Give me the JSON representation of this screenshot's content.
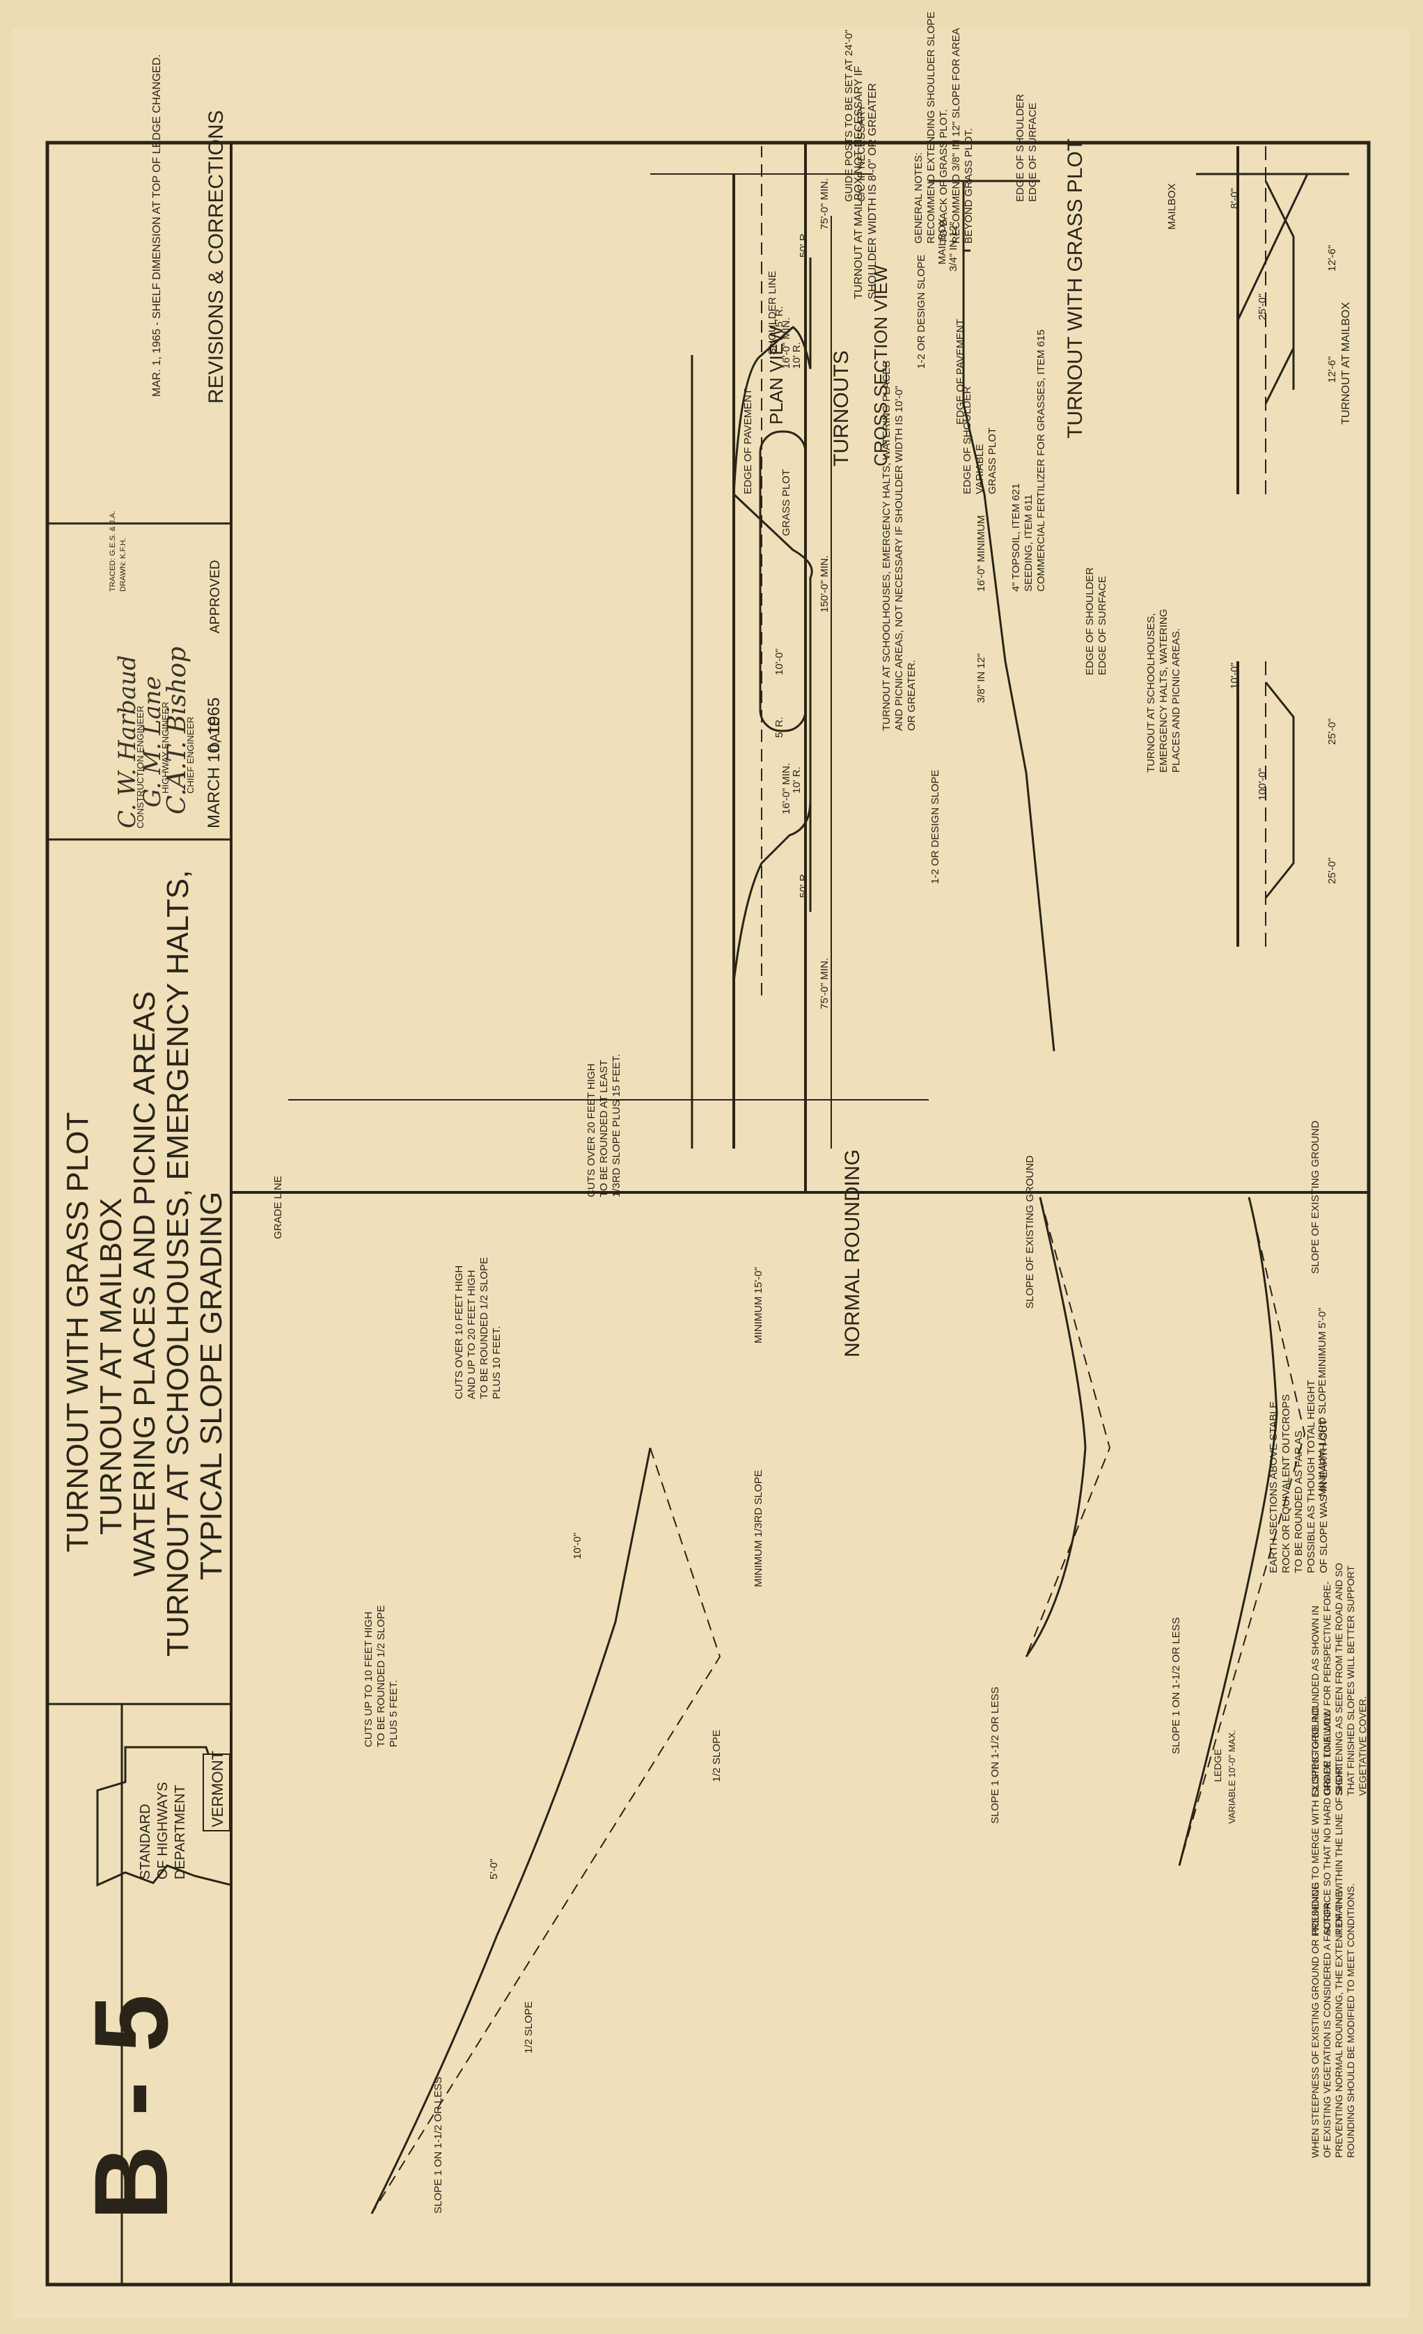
{
  "sheet": {
    "title_lines": [
      "TYPICAL SLOPE GRADING",
      "TURNOUT AT SCHOOLHOUSES, EMERGENCY HALTS,",
      "WATERING PLACES AND PICNIC AREAS",
      "TURNOUT AT MAILBOX",
      "TURNOUT WITH GRASS PLOT"
    ],
    "agency_state": "VERMONT",
    "agency_lines": [
      "DEPARTMENT",
      "OF HIGHWAYS",
      "STANDARD"
    ],
    "sheet_number": "B - 5"
  },
  "revisions": {
    "heading": "REVISIONS & CORRECTIONS",
    "entry": "MAR. 1, 1965 - SHELF DIMENSION AT TOP OF LEDGE CHANGED."
  },
  "approval": {
    "approved_label": "APPROVED",
    "date_label": "DATE",
    "date_value": "MARCH 10, 1965",
    "chief_engineer_label": "CHIEF ENGINEER",
    "highway_engineer_label": "HIGHWAY ENGINEER",
    "construction_engineer_label": "CONSTRUCTION ENGINEER",
    "signature_1": "C.A.T. Bishop",
    "signature_2": "G. M. Lane",
    "signature_3": "C. W. Harbaud",
    "drawn_label": "DRAWN: K.F.H.",
    "traced_label": "TRACED: G.E.S. & J.A."
  },
  "grass_plot": {
    "plan_view_label": "PLAN VIEW",
    "cross_section_label": "CROSS SECTION VIEW",
    "title": "TURNOUT WITH GRASS PLOT",
    "general_notes": [
      "GENERAL NOTES:",
      "RECOMMEND EXTENDING SHOULDER SLOPE",
      "TO BACK OF GRASS PLOT.",
      "RECOMMEND 3/8\" IN 12\" SLOPE FOR AREA",
      "BEYOND GRASS PLOT."
    ],
    "guide_posts": [
      "GUIDE POSTS TO BE SET AT 24'-0\"",
      "C/C IF NECESSARY"
    ],
    "edge_of_pavement": "EDGE OF PAVEMENT",
    "edge_of_shoulder_variable": [
      "EDGE OF SHOULDER",
      "VARIABLE"
    ],
    "shoulder_line": "SHOULDER LINE",
    "grass_plot_label": "GRASS PLOT",
    "dims": {
      "r50_left": "50' R.",
      "r50_right": "50' R.",
      "r5_top": "5' R.",
      "r5_bottom": "5' R.",
      "r10_left": "10' R.",
      "r10_right": "10' R.",
      "min16_left": "16'-0\" MIN.",
      "min16_right": "16'-0\" MIN.",
      "min75_left": "75'-0\" MIN.",
      "min75_right": "75'-0\" MIN.",
      "min150": "150'-0\" MIN.",
      "w10": "10'-0\"",
      "min16_section": "16'-0\" MINIMUM",
      "slope_34": "3/4\" IN 12\"",
      "slope_38": "3/8\" IN 12\""
    },
    "topsoil_notes": [
      "4\" TOPSOIL, ITEM 621",
      "SEEDING, ITEM 611",
      "COMMERCIAL FERTILIZER FOR GRASSES, ITEM 615"
    ]
  },
  "turnouts": {
    "heading": "TURNOUTS",
    "mailbox_title": "TURNOUT AT MAILBOX",
    "mailbox_note": [
      "TURNOUT AT MAILBOX NOT NECESSARY IF",
      "SHOULDER WIDTH IS 8'-0\" OR GREATER"
    ],
    "mailbox_label": "MAILBOX",
    "edge_of_surface": "EDGE OF SURFACE",
    "edge_of_shoulder": "EDGE OF SHOULDER",
    "design_slope": "1-2 OR DESIGN SLOPE",
    "dims_mailbox": [
      "8'-0\"",
      "12'-6\"",
      "25'-0\"",
      "12'-6\""
    ],
    "school_title": [
      "TURNOUT AT SCHOOLHOUSES,",
      "EMERGENCY HALTS, WATERING",
      "PLACES AND PICNIC AREAS."
    ],
    "school_note": [
      "TURNOUT AT SCHOOLHOUSES, EMERGENCY HALTS, WATERING PLACES",
      "AND PICNIC AREAS, NOT NECESSARY IF SHOULDER WIDTH IS 10'-0\"",
      "OR GREATER."
    ],
    "dims_school": [
      "10'-0\"",
      "25'-0\"",
      "100'-0\"",
      "25'-0\""
    ]
  },
  "rounding": {
    "heading": "NORMAL ROUNDING",
    "slope_existing_ground": "SLOPE OF EXISTING GROUND",
    "min_5": "MINIMUM 5'-0\"",
    "min_third_slope": "MINIMUM 1/3RD SLOPE",
    "slope_1_on_1_half": "SLOPE 1 ON 1-1/2 OR LESS",
    "slope_1_on_1_half_b": "SLOPE 1 ON 1-1/2 OR LESS",
    "slope_1_on_1_half_c": "SLOPE 1 ON 1-1/2 OR LESS",
    "slope_1_on_1_half_d": "SLOPE 1 ON 1-1/2 OR LESS",
    "ledge_note": [
      "EARTH SECTIONS ABOVE STABLE",
      "ROCK OR EQUIVALENT OUTCROPS",
      "TO BE ROUNDED AS FAR AS",
      "POSSIBLE AS THOUGH TOTAL HEIGHT",
      "OF SLOPE WAS IN EARTH CUT"
    ],
    "ledge_label": "LEDGE",
    "ledge_shelf": "VARIABLE  10'-0\" MAX.",
    "general_notes": [
      "SLOPES TO BE ROUNDED AS SHOWN IN",
      "ORDER TO ALLOW FOR PERSPECTIVE FORE-",
      "SHORTENING AS SEEN FROM THE ROAD AND SO",
      "THAT FINISHED SLOPES WILL BETTER SUPPORT",
      "VEGETATIVE COVER.",
      "",
      "ROUNDING TO MERGE WITH EXISTING GROUND",
      "SURFACE SO THAT NO HARD GRADE LINE WILL",
      "REMAIN WITHIN THE LINE OF SIGHT.",
      "",
      "WHEN STEEPNESS OF EXISTING GROUND OR PRESENCE",
      "OF EXISTING VEGETATION IS CONSIDERED A FACTOR",
      "PREVENTING NORMAL ROUNDING, THE EXTENT OF THE",
      "ROUNDING SHOULD BE MODIFIED TO MEET CONDITIONS."
    ],
    "min_15": "MINIMUM 15'-0\"",
    "min_third_slope_2": "MINIMUM 1/3RD SLOPE",
    "half_slope_1": "1/2 SLOPE",
    "half_slope_2": "1/2 SLOPE",
    "dim_10": "10'-0\"",
    "dim_5": "5'-0\"",
    "cuts_over_20": [
      "CUTS OVER 20 FEET HIGH",
      "TO BE ROUNDED AT LEAST",
      "1/3RD SLOPE PLUS 15 FEET."
    ],
    "cuts_over_10": [
      "CUTS OVER 10 FEET HIGH",
      "AND UP TO 20 FEET HIGH",
      "TO BE ROUNDED 1/2 SLOPE",
      "PLUS 10 FEET."
    ],
    "cuts_up_to_10": [
      "CUTS UP TO 10 FEET HIGH",
      "TO BE ROUNDED 1/2 SLOPE",
      "PLUS 5 FEET."
    ],
    "grade_line": "GRADE LINE"
  }
}
